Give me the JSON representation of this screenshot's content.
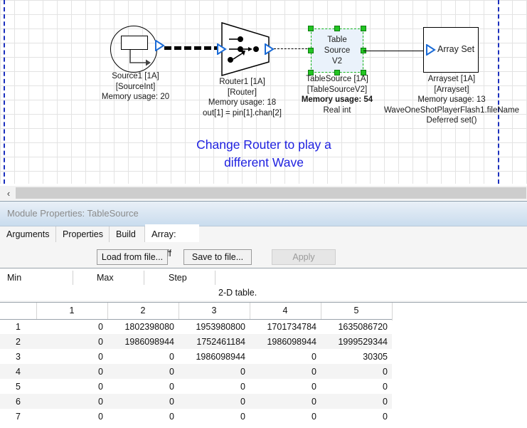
{
  "canvas": {
    "blocks": [
      {
        "id": "source1",
        "icon": "signal-source-icon",
        "caption_lines": [
          "Source1 [1A]",
          "[SourceInt]",
          "Memory usage: 20"
        ]
      },
      {
        "id": "router1",
        "icon": "router-trapezoid-icon",
        "caption_lines": [
          "Router1 [1A]",
          "[Router]",
          "Memory usage: 18",
          "out[1] = pin[1].chan[2]"
        ]
      },
      {
        "id": "tablesource",
        "label_lines": [
          "Table",
          "Source",
          "V2"
        ],
        "caption_lines": [
          "TableSource [1A]",
          "[TableSourceV2]",
          "Memory usage: 54",
          "Real int"
        ],
        "bold_caption_index": 2,
        "selected": true,
        "selection_color": "#22c522",
        "fill_color": "#eaf2fb"
      },
      {
        "id": "arrayset",
        "label": "Array Set",
        "caption_lines": [
          "Arrayset [1A]",
          "[Arrayset]",
          "Memory usage: 13",
          "WaveOneShotPlayerFlash1.fileName",
          "Deferred set()"
        ]
      }
    ],
    "annotation": {
      "line1": "Change Router to play a",
      "line2": "different Wave",
      "color": "#1f21e0"
    },
    "page_break_color": "#1b2fbd",
    "grid_color": "#e3e3e3"
  },
  "scrollbar": {
    "left_arrow": "‹"
  },
  "panel": {
    "title": "Module Properties: TableSource",
    "tabs": [
      {
        "label": "Arguments",
        "active": false
      },
      {
        "label": "Properties",
        "active": false
      },
      {
        "label": "Build",
        "active": false
      },
      {
        "label": "Array: coeff",
        "active": true
      }
    ],
    "buttons": [
      {
        "name": "load-from-file",
        "label": "Load from file...",
        "disabled": false
      },
      {
        "name": "save-to-file",
        "label": "Save to file...",
        "disabled": false
      },
      {
        "name": "apply",
        "label": "Apply",
        "disabled": true
      }
    ],
    "range_headers": [
      "Min",
      "Max",
      "Step"
    ],
    "table_note": "2-D table."
  },
  "chart_data": {
    "type": "table",
    "title": "2-D table.",
    "columns": [
      "1",
      "2",
      "3",
      "4",
      "5"
    ],
    "rows": [
      "1",
      "2",
      "3",
      "4",
      "5",
      "6",
      "7"
    ],
    "values": [
      [
        0,
        1802398080,
        1953980800,
        1701734784,
        1635086720
      ],
      [
        0,
        1986098944,
        1752461184,
        1986098944,
        1999529344
      ],
      [
        0,
        0,
        1986098944,
        0,
        30305
      ],
      [
        0,
        0,
        0,
        0,
        0
      ],
      [
        0,
        0,
        0,
        0,
        0
      ],
      [
        0,
        0,
        0,
        0,
        0
      ],
      [
        0,
        0,
        0,
        0,
        0
      ]
    ]
  }
}
